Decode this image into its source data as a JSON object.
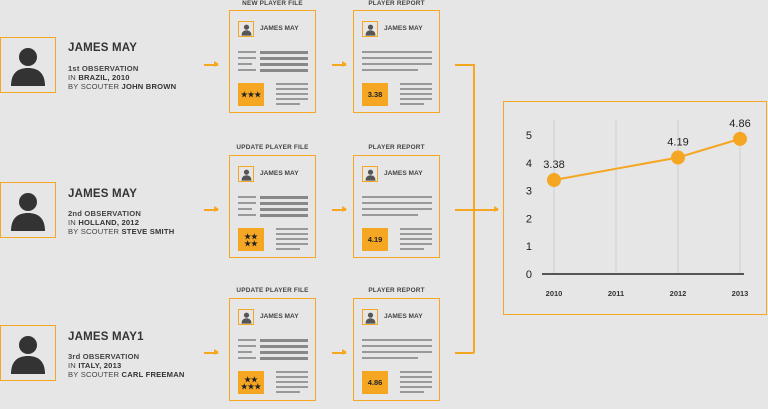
{
  "observations": [
    {
      "name": "JAMES MAY",
      "ordinal": "1st OBSERVATION",
      "in_prefix": "IN",
      "place": "BRAZIL, 2010",
      "by_prefix": "BY SCOUTER",
      "scout": "JOHN BROWN",
      "file_label": "NEW PLAYER FILE",
      "card_name": "JAMES MAY",
      "stars_row1": "★★★",
      "stars_row2": "",
      "report_label": "PLAYER REPORT",
      "report_name": "JAMES MAY",
      "score": "3.38"
    },
    {
      "name": "JAMES MAY",
      "ordinal": "2nd OBSERVATION",
      "in_prefix": "IN",
      "place": "HOLLAND, 2012",
      "by_prefix": "BY SCOUTER",
      "scout": "STEVE SMITH",
      "file_label": "UPDATE PLAYER FILE",
      "card_name": "JAMES MAY",
      "stars_row1": "★★",
      "stars_row2": "★★",
      "report_label": "PLAYER REPORT",
      "report_name": "JAMES MAY",
      "score": "4.19"
    },
    {
      "name": "JAMES MAY1",
      "ordinal": "3rd OBSERVATION",
      "in_prefix": "IN",
      "place": "ITALY, 2013",
      "by_prefix": "BY SCOUTER",
      "scout": "CARL FREEMAN",
      "file_label": "UPDATE PLAYER FILE",
      "card_name": "JAMES MAY",
      "stars_row1": "★★",
      "stars_row2": "★★★",
      "report_label": "PLAYER REPORT",
      "report_name": "JAMES MAY",
      "score": "4.86"
    }
  ],
  "colors": {
    "accent": "#f5a623",
    "background": "#e6e6e6",
    "text": "#333333"
  },
  "icons": {
    "avatar": "person-silhouette-icon",
    "star": "star-icon"
  },
  "chart_data": {
    "type": "line",
    "categories": [
      "2010",
      "2011",
      "2012",
      "2013"
    ],
    "series": [
      {
        "points": [
          [
            "2010",
            3.38
          ],
          [
            "2012",
            4.19
          ],
          [
            "2013",
            4.86
          ]
        ]
      }
    ],
    "data_labels": [
      "3.38",
      "4.19",
      "4.86"
    ],
    "y_ticks": [
      "0",
      "1",
      "2",
      "3",
      "4",
      "5"
    ],
    "ylim": [
      0,
      5
    ],
    "grid": "vertical"
  }
}
